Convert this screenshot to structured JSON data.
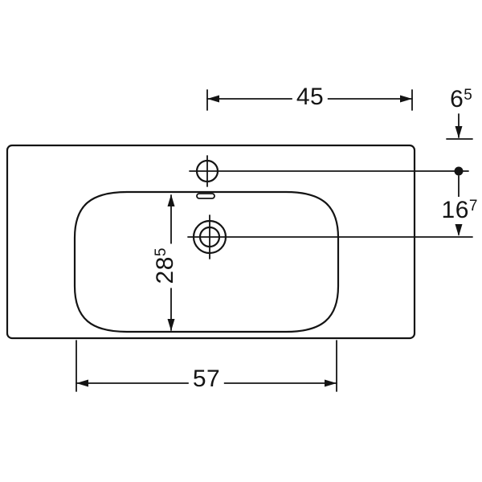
{
  "drawing": {
    "name": "washbasin-top-view-technical-drawing",
    "line_color": "#141414",
    "background_color": "#ffffff",
    "labels": {
      "dim_45": {
        "main": "45",
        "sup": ""
      },
      "dim_6_5": {
        "main": "6",
        "sup": "5"
      },
      "dim_16_7": {
        "main": "16",
        "sup": "7"
      },
      "dim_28_5": {
        "main": "28",
        "sup": "5"
      },
      "dim_57": {
        "main": "57",
        "sup": ""
      }
    }
  }
}
